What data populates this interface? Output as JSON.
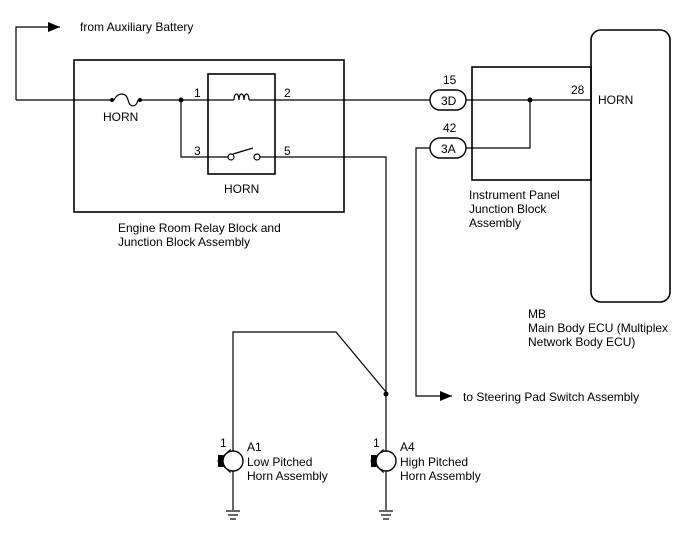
{
  "labels": {
    "from_aux_battery": "from Auxiliary Battery",
    "fuse_name": "HORN",
    "relay_name": "HORN",
    "relay_block_line1": "Engine Room Relay Block and",
    "relay_block_line2": "Junction Block Assembly",
    "ipjb_line1": "Instrument Panel",
    "ipjb_line2": "Junction Block",
    "ipjb_line3": "Assembly",
    "ecu_code": "MB",
    "ecu_line1": "Main Body ECU (Multiplex",
    "ecu_line2": "Network Body ECU)",
    "ecu_terminal_name": "HORN",
    "to_steering_pad": "to Steering Pad Switch Assembly",
    "horn_a1_code": "A1",
    "horn_a1_line1": "Low Pitched",
    "horn_a1_line2": "Horn Assembly",
    "horn_a4_code": "A4",
    "horn_a4_line1": "High Pitched",
    "horn_a4_line2": "Horn Assembly"
  },
  "pins": {
    "relay_pin1": "1",
    "relay_pin2": "2",
    "relay_pin3": "3",
    "relay_pin5": "5",
    "conn_3d_pin": "15",
    "conn_3a_pin": "42",
    "ecu_pin": "28",
    "horn_a1_pin": "1",
    "horn_a4_pin": "1"
  },
  "connectors": {
    "conn_3d": "3D",
    "conn_3a": "3A"
  }
}
